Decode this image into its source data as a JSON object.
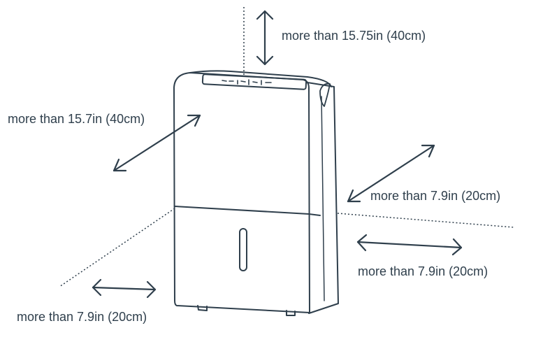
{
  "colors": {
    "ink": "#2f3f4c",
    "text": "#2f3f4c",
    "background": "#ffffff"
  },
  "labels": {
    "top": "more than 15.75in (40cm)",
    "front": "more than 15.7in (40cm)",
    "right_side": "more than 7.9in (20cm)",
    "right_lower": "more than 7.9in (20cm)",
    "left_lower": "more than 7.9in (20cm)"
  }
}
